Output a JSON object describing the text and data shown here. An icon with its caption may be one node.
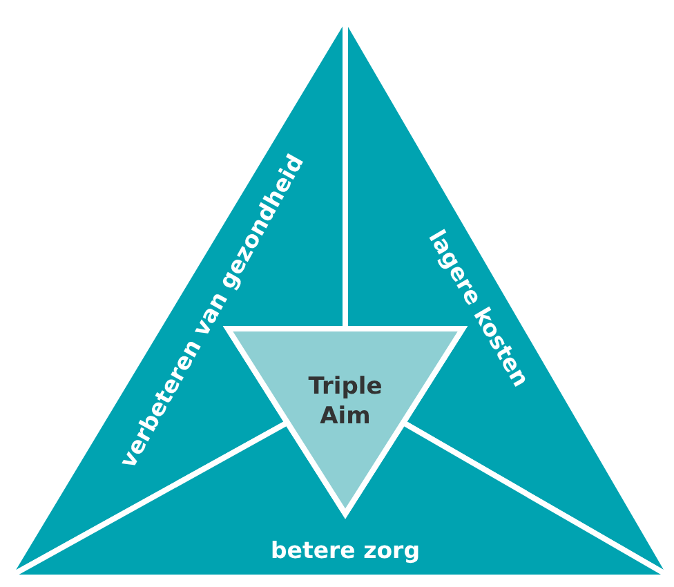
{
  "diagram": {
    "nodes": [
      {
        "text": [
          "verbeteren van gezondheid"
        ]
      },
      {
        "text": [
          "lagere kosten"
        ]
      },
      {
        "text": [
          "betere zorg"
        ]
      },
      {
        "text": [
          "Triple Aim"
        ]
      }
    ]
  }
}
